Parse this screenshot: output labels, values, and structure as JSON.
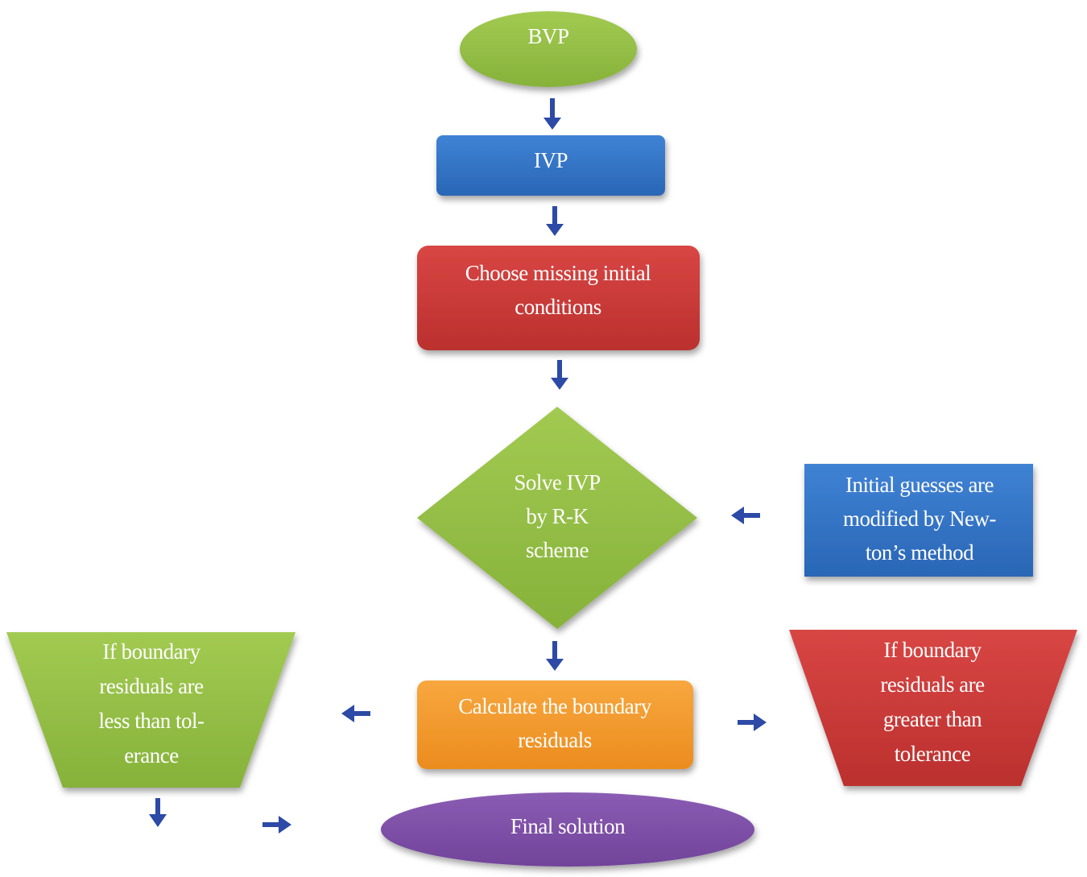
{
  "colors": {
    "green": "#95bf44",
    "green_dark": "#76a02c",
    "blue": "#3575c7",
    "blue_dark": "#24579c",
    "red": "#cc3a38",
    "red_dark": "#a02725",
    "orange": "#f39a2e",
    "orange_dark": "#d47a12",
    "purple": "#7e50a6",
    "purple_dark": "#5f3486",
    "arrow": "#2c4aa6"
  },
  "nodes": {
    "bvp": {
      "lines": [
        "BVP"
      ]
    },
    "ivp": {
      "lines": [
        "IVP"
      ]
    },
    "choose": {
      "lines": [
        "Choose missing initial",
        "conditions"
      ]
    },
    "solve": {
      "lines": [
        "Solve IVP",
        "by R-K",
        "scheme"
      ]
    },
    "guesses": {
      "lines": [
        "Initial guesses are",
        "modified by New-",
        "ton’s method"
      ]
    },
    "calculate": {
      "lines": [
        "Calculate the boundary",
        "residuals"
      ]
    },
    "less": {
      "lines": [
        "If boundary",
        "residuals are",
        "less than tol-",
        "erance"
      ]
    },
    "greater": {
      "lines": [
        "If boundary",
        "residuals are",
        "greater than",
        "tolerance"
      ]
    },
    "final": {
      "lines": [
        "Final solution"
      ]
    }
  }
}
